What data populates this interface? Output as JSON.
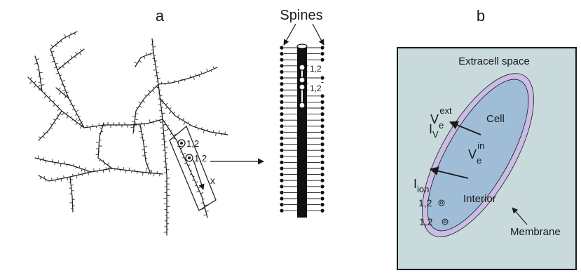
{
  "panel_a": {
    "letter": "a",
    "point_label_1": "1,2",
    "point_label_2": "1,2",
    "axis_label": "x",
    "spines_title": "Spines",
    "spine_label_1": "1,2",
    "spine_label_2": "1,2"
  },
  "panel_b": {
    "letter": "b",
    "region_label": "Extracell space",
    "v_ext_base": "V",
    "v_ext_sub": "e",
    "v_ext_sup": "ext",
    "cell_label": "Cell",
    "i_v_base": "I",
    "i_v_sub": "V",
    "v_in_base": "V",
    "v_in_sub": "e",
    "v_in_sup": "in",
    "i_ion_base": "I",
    "i_ion_sub": "ion",
    "interior_label": "Interior",
    "point_label_1": "1,2",
    "point_label_2": "1,2",
    "membrane_label": "Membrane"
  },
  "colors": {
    "extracell_fill": "#c9dadc",
    "membrane_fill": "#cbbde4",
    "interior_fill": "#9fbdd7",
    "ink": "#1a1a1a"
  }
}
